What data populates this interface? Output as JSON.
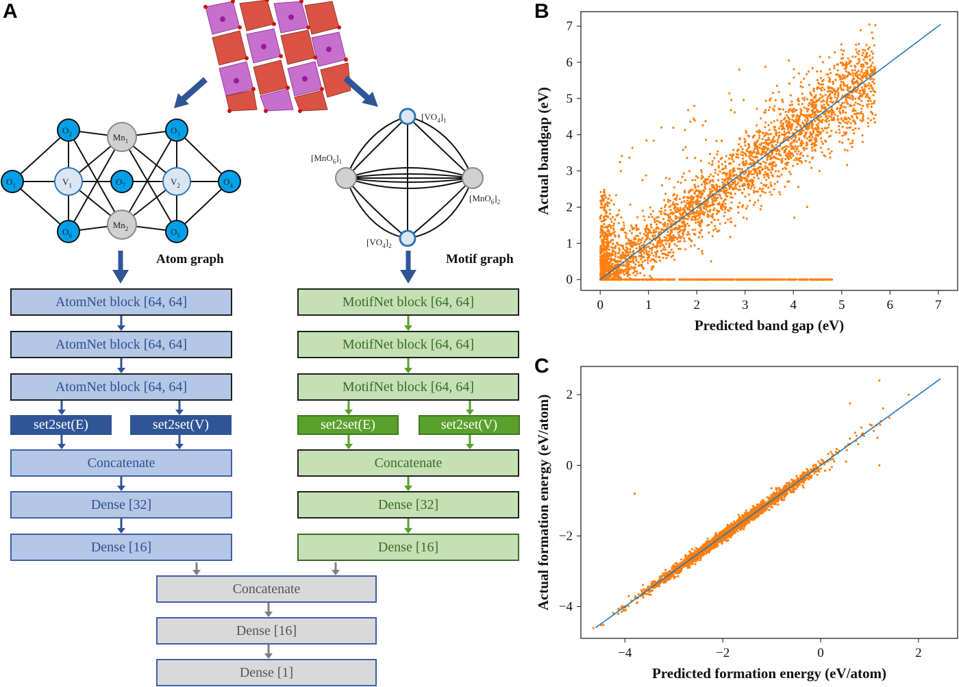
{
  "panels": {
    "a": "A",
    "b": "B",
    "c": "C"
  },
  "atom_graph": {
    "label": "Atom graph",
    "nodes": [
      {
        "label": "O",
        "sub": "1",
        "kind": "O"
      },
      {
        "label": "O",
        "sub": "2",
        "kind": "O"
      },
      {
        "label": "Mn",
        "sub": "1",
        "kind": "Mn"
      },
      {
        "label": "O",
        "sub": "3",
        "kind": "O"
      },
      {
        "label": "O",
        "sub": "4",
        "kind": "O"
      },
      {
        "label": "V",
        "sub": "1",
        "kind": "V"
      },
      {
        "label": "O",
        "sub": "7",
        "kind": "O"
      },
      {
        "label": "V",
        "sub": "2",
        "kind": "V"
      },
      {
        "label": "O",
        "sub": "6",
        "kind": "O"
      },
      {
        "label": "Mn",
        "sub": "2",
        "kind": "Mn"
      },
      {
        "label": "O",
        "sub": "5",
        "kind": "O"
      }
    ]
  },
  "motif_graph": {
    "label": "Motif graph",
    "nodes": [
      {
        "label": "[VO",
        "sub": "4",
        "suffix": "]",
        "idx": "1"
      },
      {
        "label": "[MnO",
        "sub": "6",
        "suffix": "]",
        "idx": "1"
      },
      {
        "label": "[MnO",
        "sub": "6",
        "suffix": "]",
        "idx": "2"
      },
      {
        "label": "[VO",
        "sub": "4",
        "suffix": "]",
        "idx": "2"
      }
    ]
  },
  "atom_net": {
    "blocks": [
      "AtomNet block [64, 64]",
      "AtomNet block [64, 64]",
      "AtomNet block [64, 64]"
    ],
    "set_e": "set2set(E)",
    "set_v": "set2set(V)",
    "concat": "Concatenate",
    "dense1": "Dense [32]",
    "dense2": "Dense [16]"
  },
  "motif_net": {
    "blocks": [
      "MotifNet block [64, 64]",
      "MotifNet block [64, 64]",
      "MotifNet block [64, 64]"
    ],
    "set_e": "set2set(E)",
    "set_v": "set2set(V)",
    "concat": "Concatenate",
    "dense1": "Dense [32]",
    "dense2": "Dense [16]"
  },
  "merge": {
    "concat": "Concatenate",
    "dense1": "Dense [16]",
    "dense2": "Dense [1]"
  },
  "colors": {
    "atom_fill": "#b4c7e7",
    "motif_fill": "#c5e0b4",
    "o_node": "#00a0e9",
    "mn_node": "#d0d0d0",
    "scatter": "#ff7f0e",
    "fit_line": "#1f77b4"
  },
  "chart_data": [
    {
      "type": "scatter",
      "panel": "B",
      "xlabel": "Predicted band gap (eV)",
      "ylabel": "Actual bandgap (eV)",
      "xlim": [
        -0.4,
        7.4
      ],
      "ylim": [
        -0.3,
        7.4
      ],
      "xticks": [
        "0",
        "1",
        "2",
        "3",
        "4",
        "5",
        "6",
        "7"
      ],
      "yticks": [
        "0",
        "1",
        "2",
        "3",
        "4",
        "5",
        "6",
        "7"
      ],
      "fit_line": {
        "x": [
          0,
          7.05
        ],
        "y": [
          0,
          7.05
        ]
      },
      "grid": false
    },
    {
      "type": "scatter",
      "panel": "C",
      "xlabel": "Predicted formation energy (eV/atom)",
      "ylabel": "Actual formation energy (eV/atom)",
      "xlim": [
        -4.9,
        2.8
      ],
      "ylim": [
        -4.9,
        2.8
      ],
      "xticks": [
        "−4",
        "−2",
        "0",
        "2"
      ],
      "yticks": [
        "−4",
        "−2",
        "0",
        "2"
      ],
      "fit_line": {
        "x": [
          -4.6,
          2.45
        ],
        "y": [
          -4.6,
          2.45
        ]
      },
      "grid": false
    }
  ]
}
